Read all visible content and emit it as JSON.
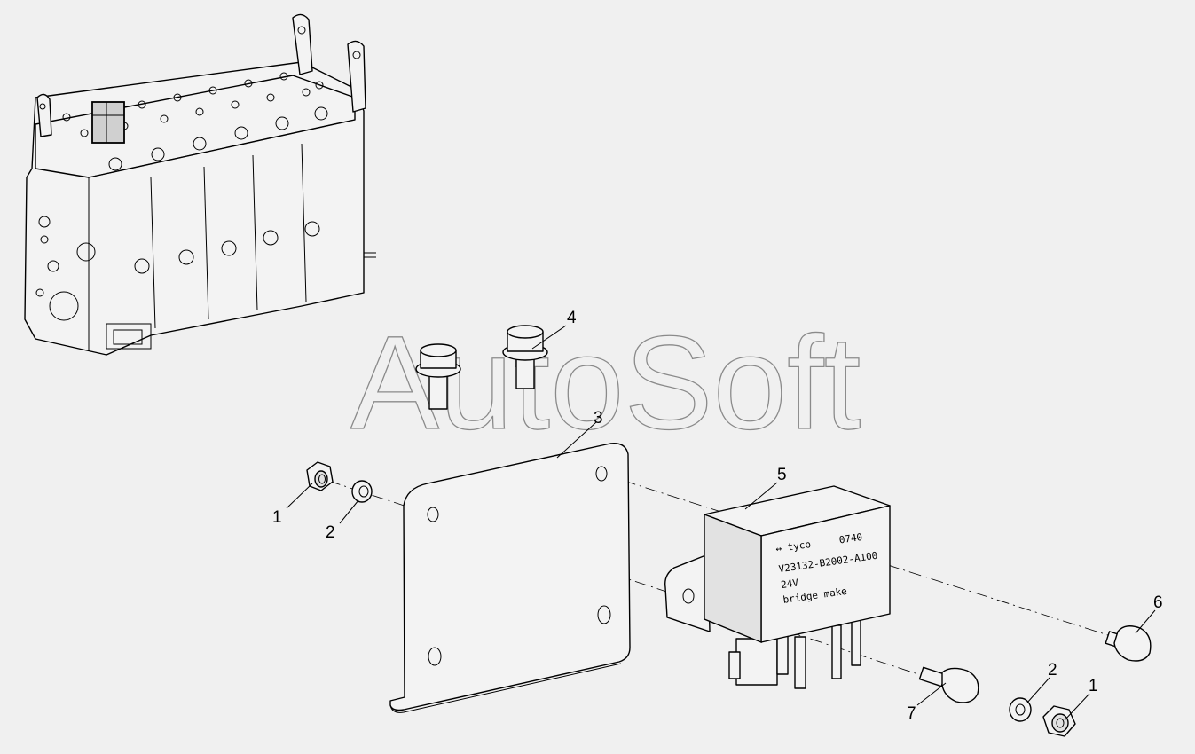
{
  "watermark": "AutoSoft",
  "callouts": {
    "c1_left": "1",
    "c2_left": "2",
    "c3": "3",
    "c4": "4",
    "c5": "5",
    "c6": "6",
    "c7": "7",
    "c2_right": "2",
    "c1_right": "1"
  },
  "relay_label": {
    "brand": "↔ tyco",
    "code": "0740",
    "part_number": "V23132-B2002-A100",
    "voltage": "24V",
    "type": "bridge make"
  },
  "colors": {
    "background": "#f0f0f0",
    "line": "#000000",
    "watermark": "#8a8a8a"
  }
}
